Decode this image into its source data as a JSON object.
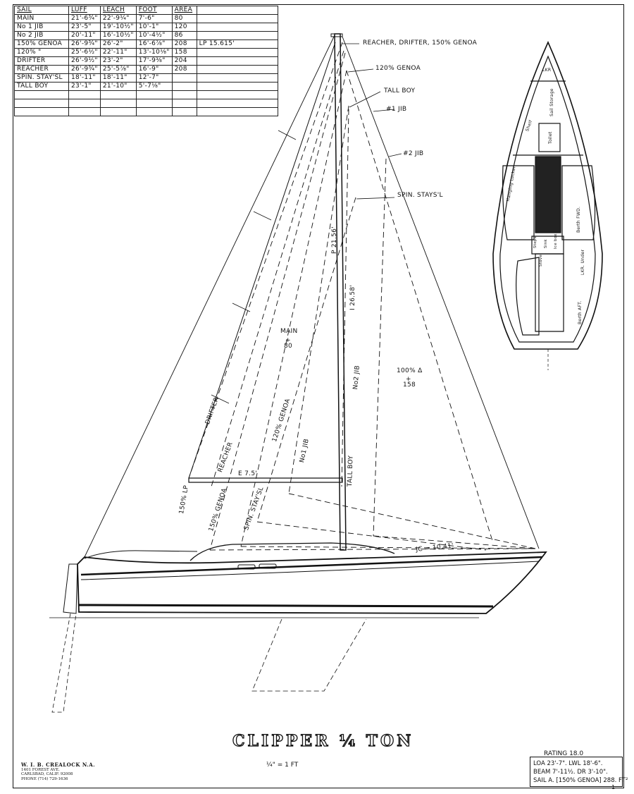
{
  "sail_table": {
    "headers": [
      "SAIL",
      "LUFF",
      "LEACH",
      "FOOT",
      "AREA",
      ""
    ],
    "rows": [
      [
        "MAIN",
        "21'-6¾\"",
        "22'-9¼\"",
        "7'-6\"",
        "80",
        ""
      ],
      [
        "No 1 JIB",
        "23'-5\"",
        "19'-10½\"",
        "10'-1\"",
        "120",
        ""
      ],
      [
        "No 2 JIB",
        "20'-11\"",
        "16'-10½\"",
        "10'-4½\"",
        "86",
        ""
      ],
      [
        "150% GENOA",
        "26'-9¾\"",
        "26'-2\"",
        "16'-6⅞\"",
        "208",
        "LP 15.615'"
      ],
      [
        "120%   \"",
        "25'-6½\"",
        "22'-11\"",
        "13'-10⅛\"",
        "158",
        ""
      ],
      [
        "DRIFTER",
        "26'-9½\"",
        "23'-2\"",
        "17'-9⅜\"",
        "204",
        ""
      ],
      [
        "REACHER",
        "26'-9¾\"",
        "25'-5⅞\"",
        "16'-9\"",
        "208",
        ""
      ],
      [
        "SPIN. STAY'SL",
        "18'-11\"",
        "18'-11\"",
        "12'-7\"",
        "",
        ""
      ],
      [
        "TALL BOY",
        "23'-1\"",
        "21'-10\"",
        "5'-7⅛\"",
        "",
        ""
      ],
      [
        "",
        "",
        "",
        "",
        "",
        ""
      ],
      [
        "",
        "",
        "",
        "",
        "",
        ""
      ],
      [
        "",
        "",
        "",
        "",
        "",
        ""
      ]
    ]
  },
  "sail_labels": {
    "reacher_drifter_genoa": "REACHER, DRIFTER, 150% GENOA",
    "genoa_120": "120% GENOA",
    "tall_boy": "TALL BOY",
    "no1_jib": "#1 JIB",
    "no2_jib": "#2 JIB",
    "spin_staysl": "SPIN. STAYS'L"
  },
  "plan_labels": {
    "p_dim": "P 21.56'",
    "i_dim": "I 26.58'",
    "main": "MAIN",
    "main_area": "80",
    "pct100": "100% Δ",
    "pct100_area": "158",
    "e_dim": "E 7.5'",
    "jc_dim": "JC = 10.41'",
    "drifter": "DRIFTER",
    "reacher": "REACHER",
    "genoa120": "120% GENOA",
    "no1jib": "No1 JIB",
    "no2jib": "No2 JIB",
    "tallboy": "TALL BOY",
    "genoa150": "150% GENOA",
    "spinstaysl": "SPIN. STAY'SL",
    "lp": "150% LP"
  },
  "deck_labels": {
    "lkr": "LKR",
    "sail_storage": "Sail Storage",
    "shelf": "Shelf",
    "toilet": "Toilet",
    "hanging_locker": "Hanging Locker",
    "berth_fwd": "Berth FWD.",
    "lkr_under": "LKR. Under",
    "berth_aft": "Berth AFT.",
    "ice_box": "Ice box",
    "stove": "Stove",
    "steps": "Steps",
    "sink": "Sink"
  },
  "title": "CLIPPER ¼ TON",
  "scale": "¼\" = 1 FT",
  "designer": {
    "name": "W. I. B. CREALOCK N.A.",
    "line1": "1401 FOREST AVE.",
    "line2": "CARLSBAD, CALIF. 92008",
    "line3": "PHONE (714) 729-1636"
  },
  "rating": "RATING 18.0",
  "specs": {
    "line1": "LOA 23'-7\". LWL 18'-6\".",
    "line2": "BEAM 7'-11½. DR 3'-10\".",
    "line3": "SAIL A. [150% GENOA] 288. FT²"
  },
  "page_number": "1"
}
